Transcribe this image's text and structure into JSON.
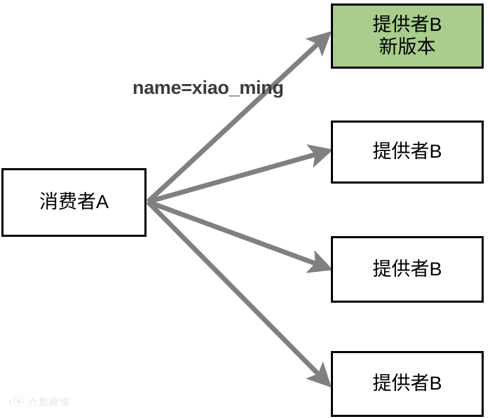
{
  "diagram": {
    "title": "consumer-to-provider routing diagram",
    "background_color": "#ffffff",
    "arrow_color": "#808080",
    "border_color": "#000000",
    "highlight_color": "#a8cd8c",
    "label_color": "#3b3b3b"
  },
  "consumer": {
    "label": "消费者A"
  },
  "edge_label": {
    "text": "name=xiao_ming"
  },
  "providers": [
    {
      "line1": "提供者B",
      "line2": "新版本",
      "highlighted": true
    },
    {
      "line1": "提供者B",
      "line2": "",
      "highlighted": false
    },
    {
      "line1": "提供者B",
      "line2": "",
      "highlighted": false
    },
    {
      "line1": "提供者B",
      "line2": "",
      "highlighted": false
    }
  ],
  "watermark": {
    "mark": "◖⦿",
    "text": "六数跨境"
  }
}
